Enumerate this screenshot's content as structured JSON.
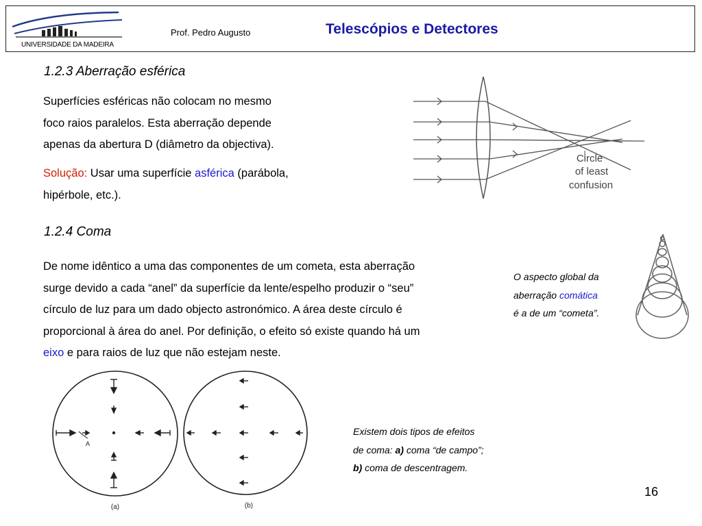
{
  "header": {
    "university": "UNIVERSIDADE DA MADEIRA",
    "author": "Prof. Pedro Augusto",
    "title": "Telescópios e Detectores"
  },
  "section1": {
    "heading": "1.2.3 Aberração esférica",
    "line1": "Superfícies esféricas não colocam no mesmo",
    "line2": "foco raios paralelos. Esta aberração depende",
    "line3": "apenas da abertura D (diâmetro da objectiva).",
    "solution_label": "Solução:",
    "solution_text1": " Usar uma superfície ",
    "solution_highlight": "asférica",
    "solution_text2": " (parábola,",
    "solution_line2": "hipérbole, etc.).",
    "figure_label1": "Circle",
    "figure_label2": "of least",
    "figure_label3": "confusion"
  },
  "section2": {
    "heading": "1.2.4 Coma",
    "line1": "De nome idêntico a uma das componentes de um cometa, esta aberração",
    "line2": "surge devido a cada “anel” da superfície da lente/espelho produzir o “seu”",
    "line3": "círculo de luz para um dado objecto astronómico. A área deste círculo é",
    "line4": "proporcional à área do anel. Por definição, o efeito só existe quando há um",
    "line5_highlight": "eixo",
    "line5_text": " e para raios de luz que não estejam neste.",
    "comet_caption1": "O aspecto global da",
    "comet_caption2a": "aberração ",
    "comet_caption2b": "comática",
    "comet_caption3": "é a de um “cometa”.",
    "types_caption1": "Existem dois tipos de efeitos",
    "types_caption2a": "de coma: ",
    "types_caption2b": "a)",
    "types_caption2c": " coma “de campo”;",
    "types_caption3a": "b)",
    "types_caption3b": " coma de descentragem.",
    "diagram_a": "(a)",
    "diagram_b": "(b)",
    "diagram_a_point": "A"
  },
  "page_number": "16"
}
